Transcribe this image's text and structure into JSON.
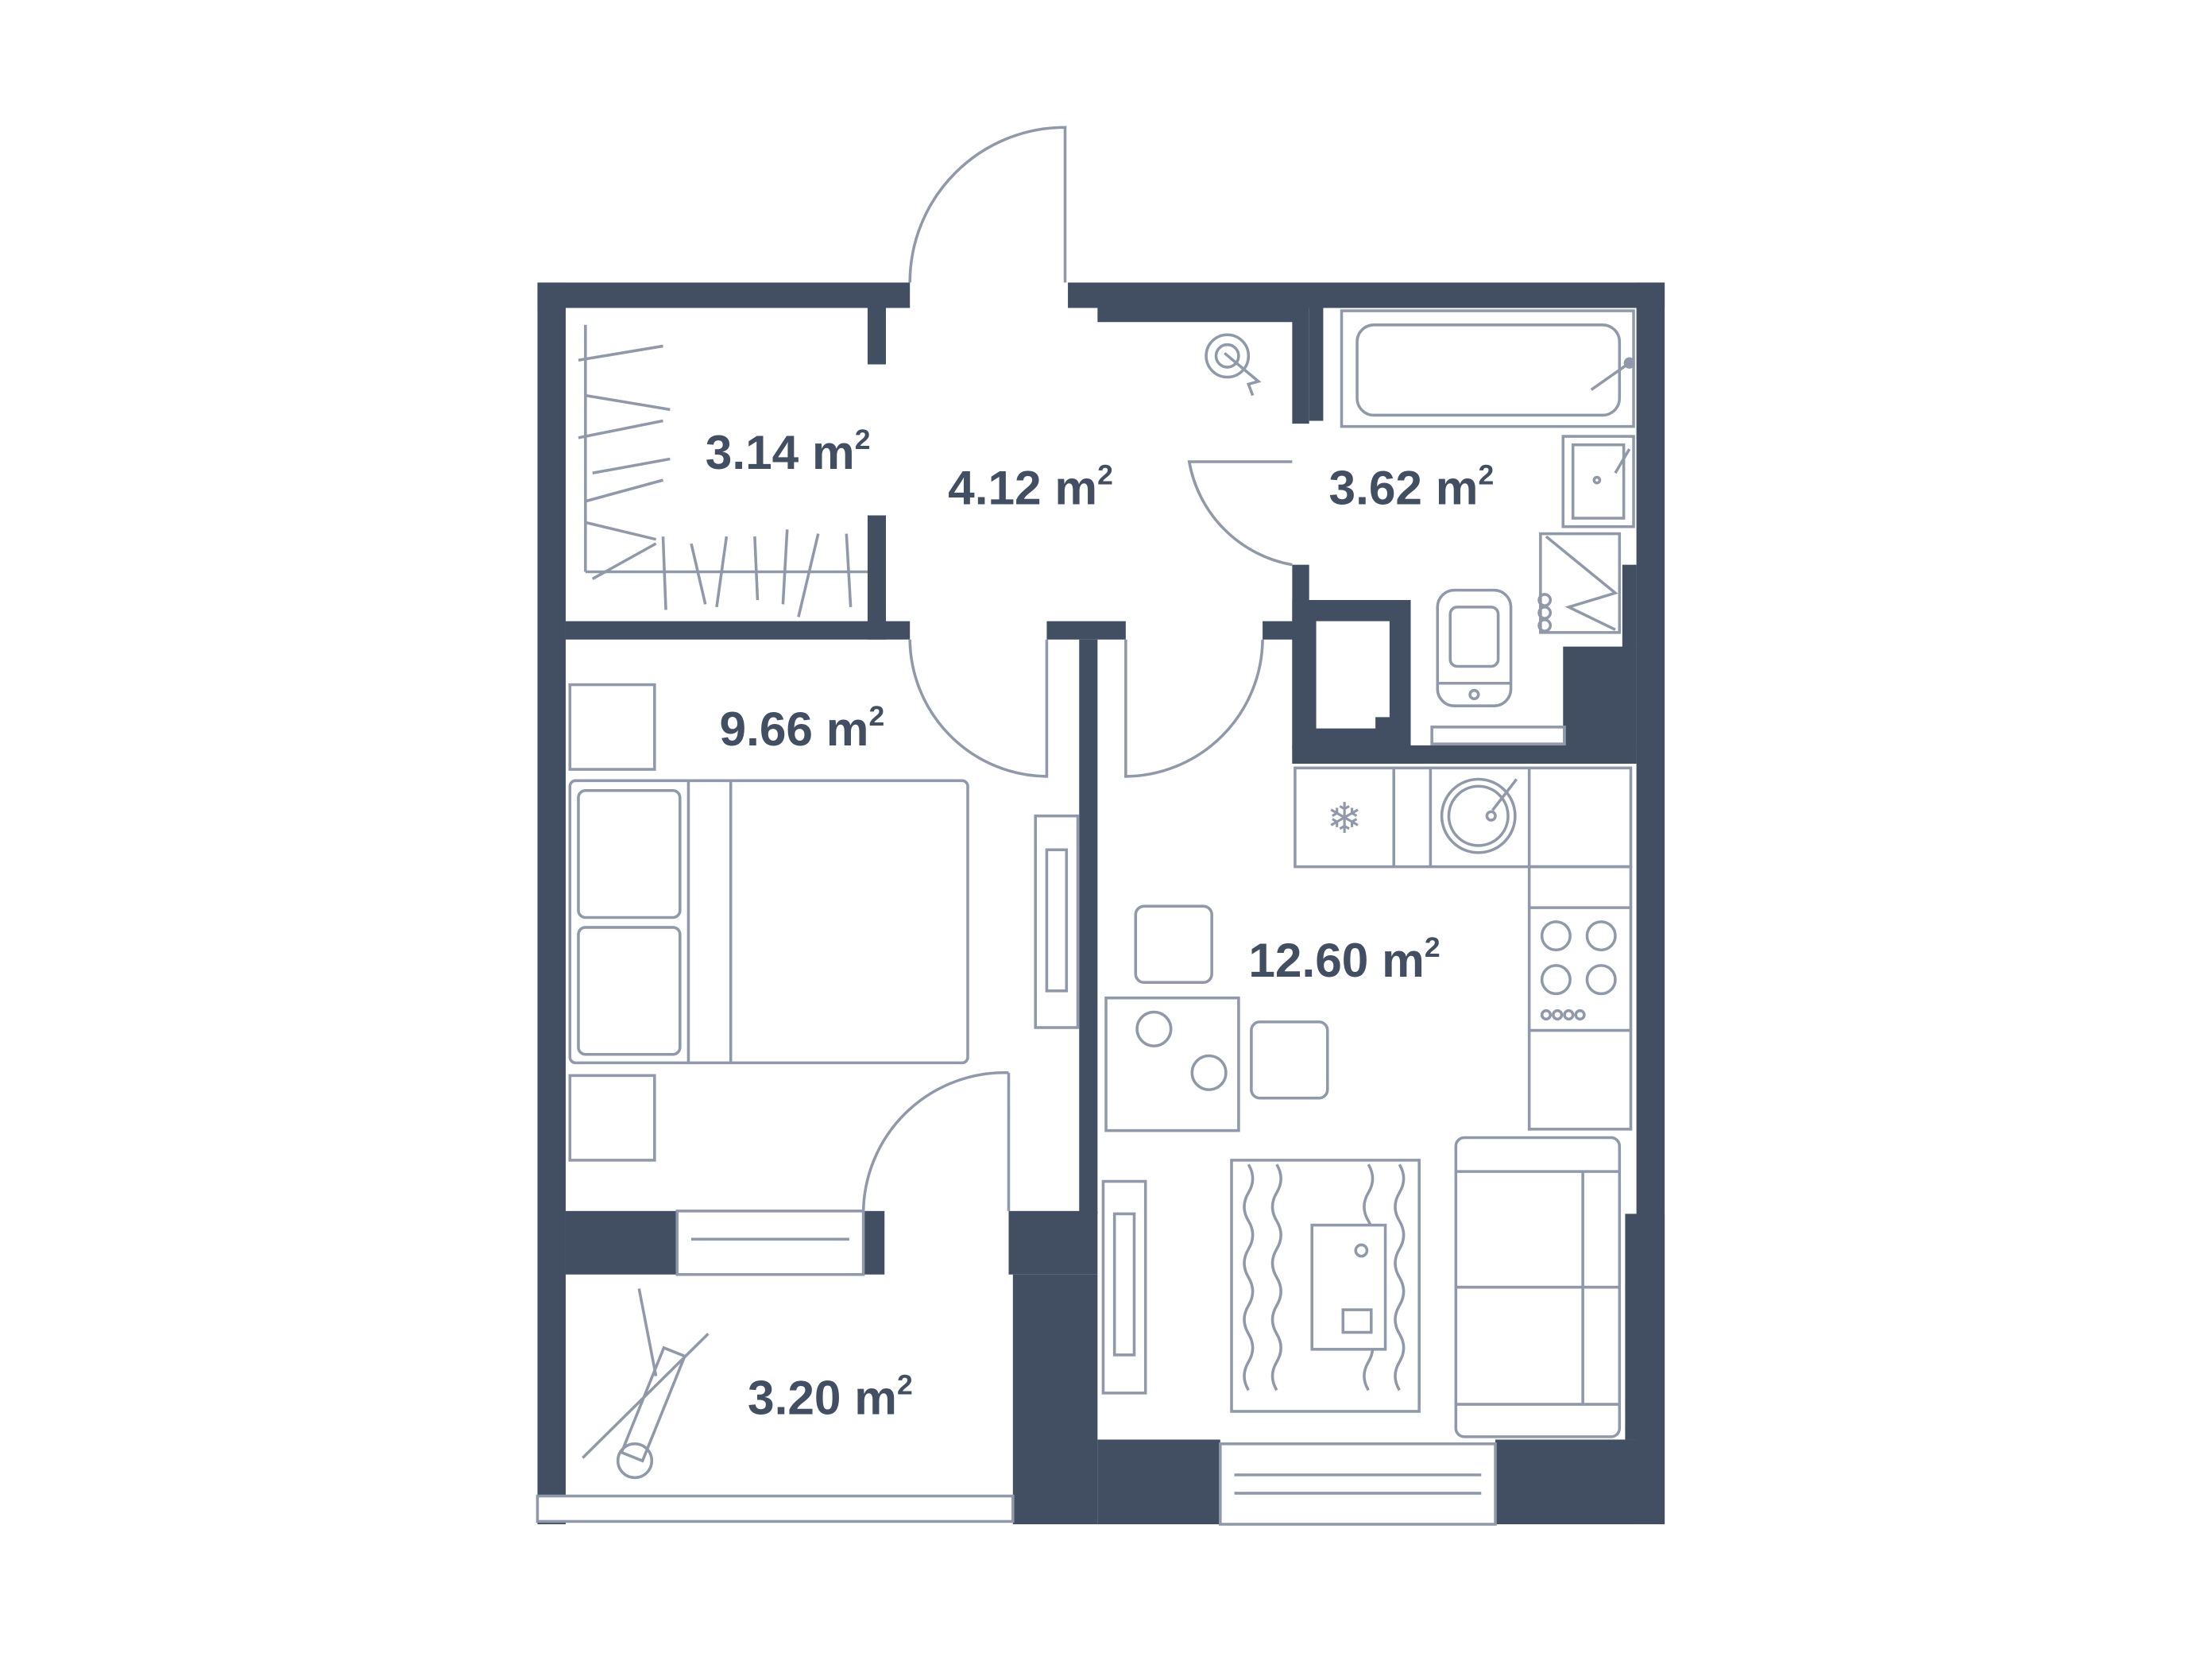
{
  "plan": {
    "unit": "m",
    "unit_exp": "2",
    "rooms": [
      {
        "name": "wardrobe",
        "area": "3.14"
      },
      {
        "name": "hallway",
        "area": "4.12"
      },
      {
        "name": "bathroom",
        "area": "3.62"
      },
      {
        "name": "bedroom",
        "area": "9.66"
      },
      {
        "name": "kitchen-living",
        "area": "12.60"
      },
      {
        "name": "balcony",
        "area": "3.20"
      }
    ]
  },
  "colors": {
    "wall": "#424f63",
    "furniture": "#8f99a9",
    "label": "#424f63"
  }
}
